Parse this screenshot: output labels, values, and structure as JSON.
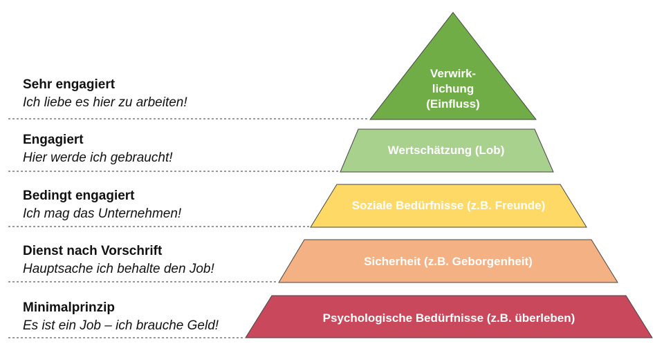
{
  "levels": [
    {
      "title": "Sehr engagiert",
      "quote": "Ich liebe es hier zu arbeiten!",
      "tier_text": "Verwirk-\nlichung\n(Einfluss)",
      "color": "#70ad47"
    },
    {
      "title": "Engagiert",
      "quote": "Hier werde ich gebraucht!",
      "tier_text": "Wertschätzung (Lob)",
      "color": "#a9d18e"
    },
    {
      "title": "Bedingt engagiert",
      "quote": "Ich mag das Unternehmen!",
      "tier_text": "Soziale Bedürfnisse (z.B. Freunde)",
      "color": "#ffd966"
    },
    {
      "title": "Dienst nach Vorschrift",
      "quote": "Hauptsache ich behalte den Job!",
      "tier_text": "Sicherheit (z.B. Geborgenheit)",
      "color": "#f4b183"
    },
    {
      "title": "Minimalprinzip",
      "quote": "Es ist ein Job – ich brauche Geld!",
      "tier_text": "Psychologische Bedürfnisse (z.B. überleben)",
      "color": "#c9485b"
    }
  ]
}
